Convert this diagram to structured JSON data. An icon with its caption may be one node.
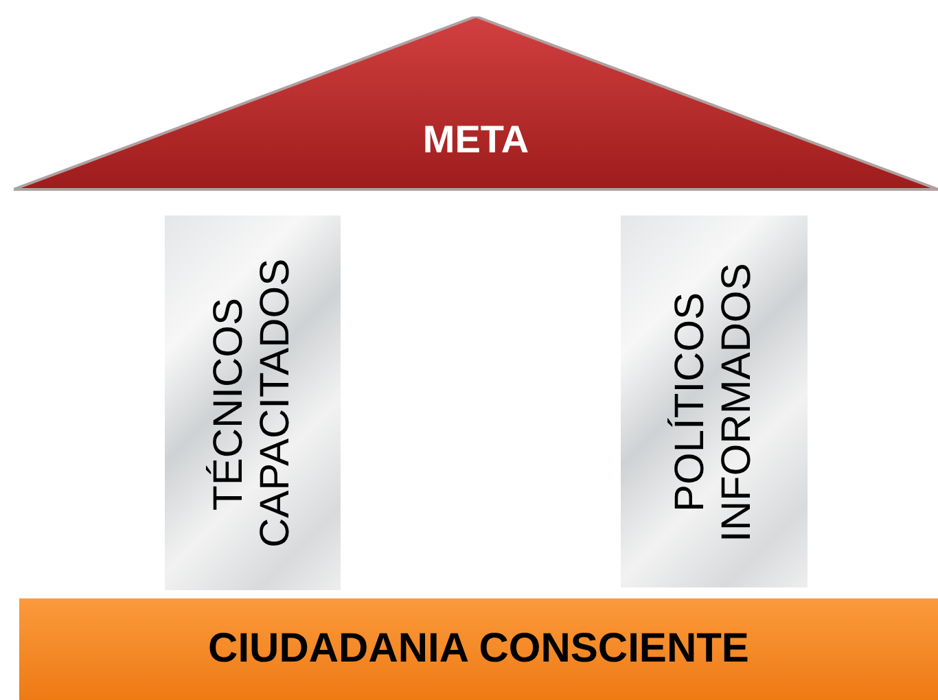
{
  "diagram": {
    "nodes": [
      {
        "text": [
          "META"
        ]
      },
      {
        "text": [
          "TÉCNICOS CAPACITADOS"
        ]
      },
      {
        "text": [
          "POLÍTICOS INFORMADOS"
        ]
      },
      {
        "text": [
          "CIUDADANIA CONSCIENTE"
        ]
      }
    ],
    "edges": []
  }
}
